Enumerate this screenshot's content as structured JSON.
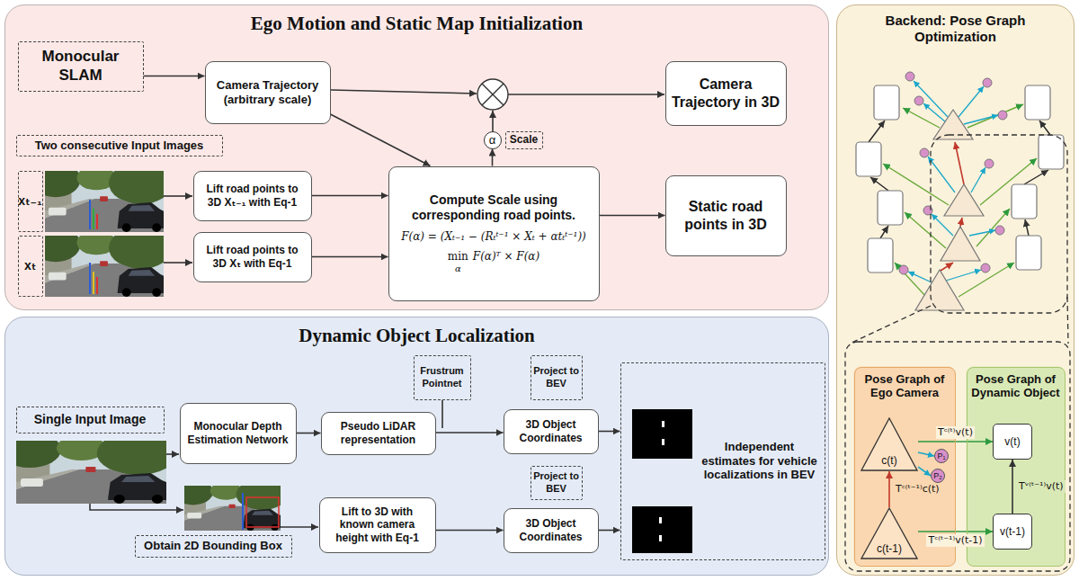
{
  "diagram": {
    "nodes": [
      {
        "text": [
          "Ego Motion and Static Map Initialization"
        ]
      },
      {
        "text": [
          "Monocular SLAM"
        ],
        "in": 0
      },
      {
        "text": [
          "Camera Trajectory (arbitrary scale)"
        ],
        "in": 0
      },
      {
        "text": [
          "Camera Trajectory in 3D"
        ],
        "in": 0
      },
      {
        "text": [
          "α"
        ],
        "in": 0
      },
      {
        "text": [
          "Scale"
        ],
        "in": 0
      },
      {
        "text": [
          "Two consecutive Input Images"
        ],
        "in": 0
      },
      {
        "text": [
          "xₜ₋₁"
        ],
        "in": 0
      },
      {
        "text": [
          "Lift road points to 3D Xₜ₋₁ with Eq-1"
        ],
        "in": 0
      },
      {
        "text": [
          "Compute Scale using corresponding road points.",
          "F(α) = (Xₜ₋₁ − (Rₜᵗ⁻¹ × Xₜ + αtₜᵗ⁻¹))",
          "min",
          "α",
          "F(α)ᵀ × F(α)"
        ],
        "in": 0
      },
      {
        "text": [
          "Static road points in 3D"
        ],
        "in": 0
      },
      {
        "text": [
          "xₜ"
        ],
        "in": 0
      },
      {
        "text": [
          "Lift road points to 3D Xₜ with Eq-1"
        ],
        "in": 0
      },
      {
        "text": [
          "Dynamic Object Localization"
        ]
      },
      {
        "text": [
          "Frustrum Pointnet"
        ],
        "in": 13
      },
      {
        "text": [
          "Project to BEV"
        ],
        "in": 13
      },
      {
        "text": [
          "Single Input Image"
        ],
        "in": 13
      },
      {
        "text": [
          "Monocular Depth Estimation Network"
        ],
        "in": 13
      },
      {
        "text": [
          "Pseudo LiDAR representation"
        ],
        "in": 13
      },
      {
        "text": [
          "3D Object Coordinates"
        ],
        "in": 13
      },
      {
        "text": [
          "Independent estimates for vehicle localizations in BEV"
        ],
        "in": 13
      },
      {
        "text": [
          "Project to BEV"
        ],
        "in": 13
      },
      {
        "text": [
          "Lift to 3D with known camera height with Eq-1"
        ],
        "in": 13
      },
      {
        "text": [
          "3D Object Coordinates"
        ],
        "in": 13
      },
      {
        "text": [
          "Obtain 2D Bounding Box"
        ],
        "in": 13
      },
      {
        "text": [
          "Backend: Pose Graph Optimization"
        ]
      },
      {
        "text": [
          "Pose Graph of Ego Camera"
        ],
        "in": 25
      },
      {
        "text": [
          "c(t)"
        ],
        "in": 26
      },
      {
        "text": [
          "P₁"
        ],
        "in": 26
      },
      {
        "text": [
          "P₂"
        ],
        "in": 26
      },
      {
        "text": [
          "c(t-1)"
        ],
        "in": 26
      },
      {
        "text": [
          "Pose Graph of Dynamic Object"
        ],
        "in": 25
      },
      {
        "text": [
          "v(t)"
        ],
        "in": 31
      },
      {
        "text": [
          "v(t-1)"
        ],
        "in": 31
      }
    ],
    "edges": [
      {
        "from": 1,
        "to": 2,
        "arrow": "to"
      },
      {
        "from": 2,
        "to": 9,
        "arrow": "to"
      },
      {
        "from": 9,
        "to": 4,
        "arrow": "to"
      },
      {
        "from": 8,
        "to": 9,
        "arrow": "to"
      },
      {
        "from": 12,
        "to": 9,
        "arrow": "to"
      },
      {
        "from": 9,
        "to": 10,
        "arrow": "to"
      },
      {
        "from": 17,
        "to": 18,
        "arrow": "to"
      },
      {
        "from": 18,
        "to": 19,
        "arrow": "to"
      },
      {
        "from": 19,
        "to": 20,
        "arrow": "to"
      },
      {
        "from": 22,
        "to": 23,
        "arrow": "to"
      },
      {
        "from": 23,
        "to": 20,
        "arrow": "to"
      },
      {
        "from": 30,
        "to": 27,
        "arrow": "to",
        "label": "Tᶜ⁽ᵗ⁻¹⁾c(t)"
      },
      {
        "from": 27,
        "to": 32,
        "arrow": "to",
        "label": "Tᶜ⁽ᵗ⁾v(t)"
      },
      {
        "from": 27,
        "to": 28,
        "arrow": "to"
      },
      {
        "from": 27,
        "to": 29,
        "arrow": "to"
      },
      {
        "from": 33,
        "to": 32,
        "arrow": "to",
        "label": "Tᵛ⁽ᵗ⁻¹⁾v(t)"
      },
      {
        "from": 30,
        "to": 33,
        "arrow": "to",
        "label": "Tᶜ⁽ᵗ⁻¹⁾v(t-1)"
      }
    ]
  }
}
